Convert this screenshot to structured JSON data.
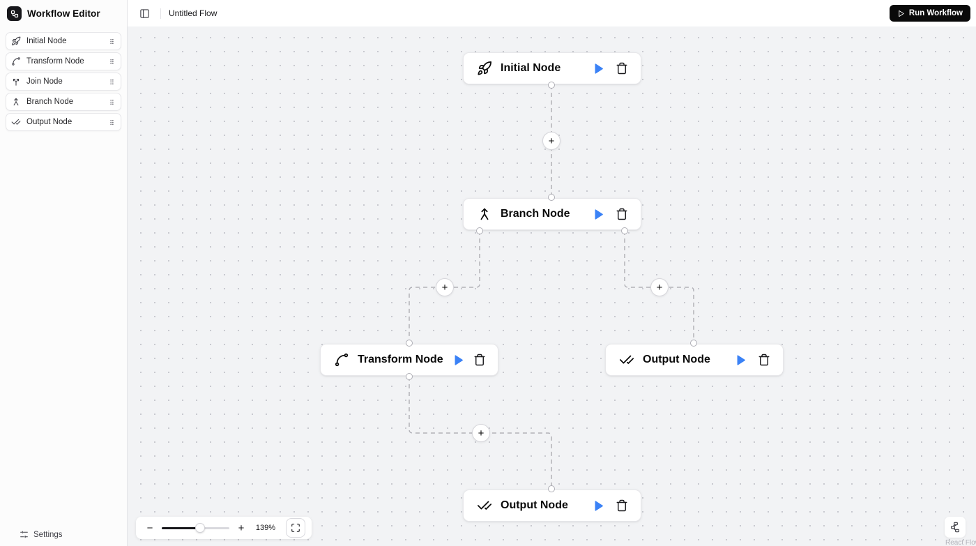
{
  "app": {
    "title": "Workflow Editor",
    "logo_icon": "workflow-icon"
  },
  "sidebar": {
    "items": [
      {
        "label": "Initial Node",
        "icon": "rocket-icon"
      },
      {
        "label": "Transform Node",
        "icon": "spline-icon"
      },
      {
        "label": "Join Node",
        "icon": "merge-icon"
      },
      {
        "label": "Branch Node",
        "icon": "branch-icon"
      },
      {
        "label": "Output Node",
        "icon": "check-check-icon"
      }
    ],
    "settings_label": "Settings"
  },
  "topbar": {
    "sidebar_toggle_icon": "panel-left-icon",
    "flow_name": "Untitled Flow",
    "run_button": {
      "label": "Run Workflow",
      "icon": "play-icon"
    }
  },
  "canvas": {
    "nodes": [
      {
        "id": "initial",
        "label": "Initial Node",
        "icon": "rocket-icon"
      },
      {
        "id": "branch",
        "label": "Branch Node",
        "icon": "branch-icon"
      },
      {
        "id": "transform",
        "label": "Transform Node",
        "icon": "spline-icon"
      },
      {
        "id": "output-1",
        "label": "Output Node",
        "icon": "check-check-icon"
      },
      {
        "id": "output-2",
        "label": "Output Node",
        "icon": "check-check-icon"
      }
    ],
    "edges": [
      {
        "from": "initial",
        "to": "branch"
      },
      {
        "from": "branch",
        "to": "transform"
      },
      {
        "from": "branch",
        "to": "output-1"
      },
      {
        "from": "transform",
        "to": "output-2"
      }
    ],
    "add_label": "+"
  },
  "controls": {
    "zoom_out_label": "−",
    "zoom_in_label": "+",
    "zoom_level": "139%",
    "slider_percent": 57,
    "fit_view_icon": "maximize-icon"
  },
  "attribution": {
    "label": "React Flow",
    "icon": "react-flow-logo-icon"
  },
  "colors": {
    "accent_blue": "#3b82f6",
    "dark": "#0a0a0a",
    "canvas_bg": "#f2f3f5",
    "edge": "#b1b1b7"
  }
}
